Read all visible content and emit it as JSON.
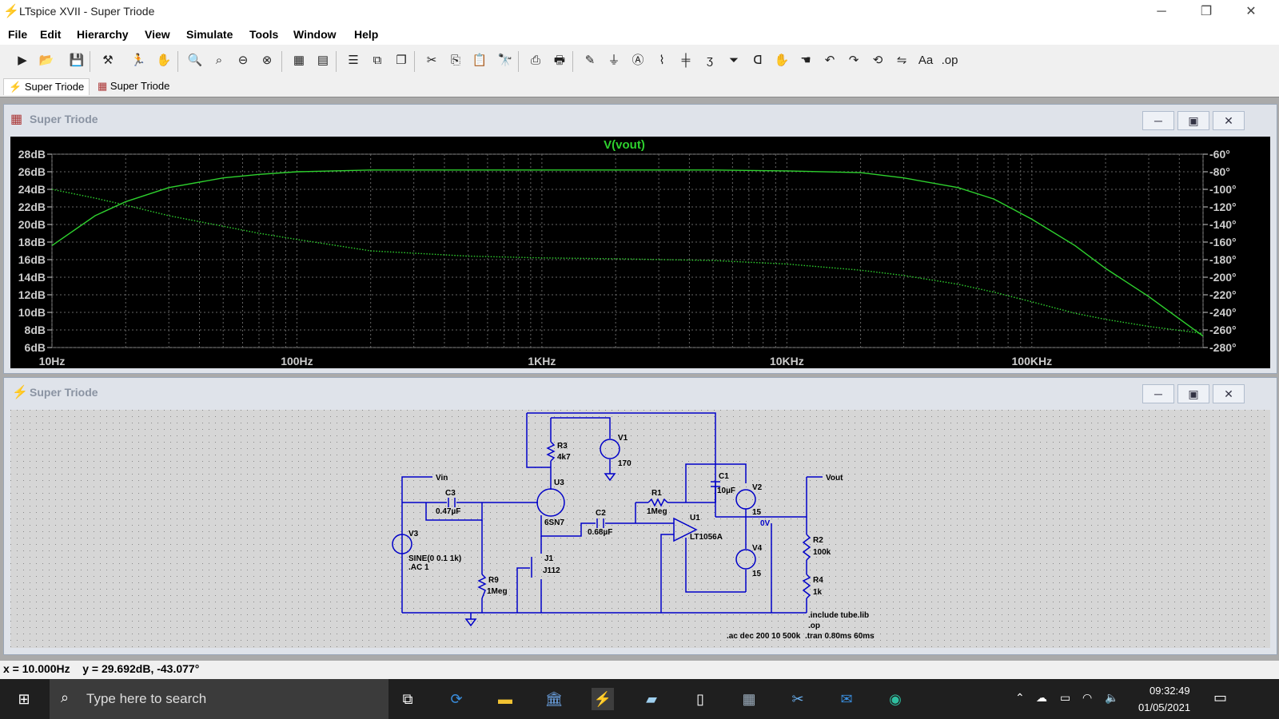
{
  "window": {
    "title": "LTspice XVII - Super Triode",
    "controls": [
      "─",
      "❐",
      "✕"
    ]
  },
  "menu": [
    "File",
    "Edit",
    "Hierarchy",
    "View",
    "Simulate",
    "Tools",
    "Window",
    "Help"
  ],
  "toolbar_icons": [
    "new-schematic-icon",
    "open-icon",
    "save-icon",
    "control-panel-icon",
    "run-icon",
    "halt-icon",
    "zoom-in-icon",
    "zoom-pan-icon",
    "zoom-out-icon",
    "zoom-fit-icon",
    "autorange-icon",
    "grid-icon",
    "tile-horizontal-icon",
    "tile-vertical-icon",
    "cascade-icon",
    "cut-icon",
    "copy-icon",
    "paste-icon",
    "find-icon",
    "print-icon",
    "print-setup-icon",
    "draw-wire-icon",
    "ground-icon",
    "label-net-icon",
    "resistor-icon",
    "capacitor-icon",
    "inductor-icon",
    "diode-icon",
    "component-icon",
    "move-icon",
    "drag-icon",
    "undo-icon",
    "redo-icon",
    "rotate-icon",
    "mirror-icon",
    "text-icon",
    "spice-directive-icon"
  ],
  "tabs": [
    "Super Triode",
    "Super Triode"
  ],
  "plot_window": {
    "title": "Super Triode",
    "trace_name": "V(vout)",
    "trace_color": "#2ed12e"
  },
  "schematic_window": {
    "title": "Super Triode"
  },
  "chart_data": {
    "type": "line",
    "title": "V(vout)",
    "x_ticks": [
      "10Hz",
      "100Hz",
      "1KHz",
      "10KHz",
      "100KHz"
    ],
    "x_scale": "log",
    "xlim": [
      10,
      500000
    ],
    "y_left_ticks": [
      "28dB",
      "26dB",
      "24dB",
      "22dB",
      "20dB",
      "18dB",
      "16dB",
      "14dB",
      "12dB",
      "10dB",
      "8dB",
      "6dB"
    ],
    "y_left_lim": [
      6,
      28
    ],
    "y_right_ticks": [
      "-60°",
      "-80°",
      "-100°",
      "-120°",
      "-140°",
      "-160°",
      "-180°",
      "-200°",
      "-220°",
      "-240°",
      "-260°",
      "-280°"
    ],
    "y_right_lim": [
      -280,
      -60
    ],
    "grid": true,
    "series": [
      {
        "name": "magnitude",
        "style": "solid",
        "axis": "left",
        "x": [
          10,
          15,
          20,
          30,
          50,
          70,
          100,
          200,
          500,
          1000,
          2000,
          5000,
          10000,
          20000,
          30000,
          50000,
          70000,
          100000,
          150000,
          200000,
          300000,
          500000
        ],
        "y": [
          17.6,
          21.0,
          22.6,
          24.2,
          25.3,
          25.7,
          26.0,
          26.2,
          26.2,
          26.2,
          26.2,
          26.2,
          26.1,
          25.9,
          25.3,
          24.2,
          22.9,
          20.6,
          17.6,
          15.0,
          11.8,
          7.3
        ]
      },
      {
        "name": "phase",
        "style": "dotted",
        "axis": "right",
        "x": [
          10,
          15,
          20,
          30,
          50,
          70,
          100,
          200,
          500,
          1000,
          2000,
          5000,
          10000,
          20000,
          30000,
          50000,
          70000,
          100000,
          150000,
          200000,
          300000,
          500000
        ],
        "y": [
          -100,
          -110,
          -118,
          -130,
          -142,
          -150,
          -157,
          -170,
          -176,
          -178,
          -179,
          -181,
          -185,
          -192,
          -198,
          -208,
          -217,
          -228,
          -241,
          -248,
          -256,
          -264
        ]
      }
    ]
  },
  "schematic": {
    "labels": {
      "vin": "Vin",
      "vout": "Vout",
      "zero": "0V",
      "r3_name": "R3",
      "r3_val": "4k7",
      "v1_name": "V1",
      "v1_val": "170",
      "u3_name": "U3",
      "u3_val": "6SN7",
      "c3_name": "C3",
      "c3_val": "0.47µF",
      "c2_name": "C2",
      "c2_val": "0.68µF",
      "r1_name": "R1",
      "r1_val": "1Meg",
      "c1_name": "C1",
      "c1_val": "10µF",
      "v2_name": "V2",
      "v2_val": "15",
      "u1_name": "U1",
      "u1_val": "LT1056A",
      "v4_name": "V4",
      "v4_val": "15",
      "v3_name": "V3",
      "v3_val1": "SINE(0 0.1 1k)",
      "v3_val2": ".AC 1",
      "r9_name": "R9",
      "r9_val": "1Meg",
      "j1_name": "J1",
      "j1_val": "J112",
      "r2_name": "R2",
      "r2_val": "100k",
      "r4_name": "R4",
      "r4_val": "1k",
      "dir1": ".include tube.lib",
      "dir2": ".op",
      "dir3": ".ac dec 200 10 500k",
      "dir4": ".tran 0.80ms 60ms"
    }
  },
  "statusbar": {
    "text": "x = 10.000Hz    y = 29.692dB, -43.077°"
  },
  "taskbar": {
    "search_placeholder": "Type here to search",
    "apps": [
      "task-view-icon",
      "refresh-app-icon",
      "file-explorer-icon",
      "bank-app-icon",
      "ltspice-icon",
      "notepad-icon",
      "document-icon",
      "calculator-icon",
      "snipping-tool-icon",
      "mail-icon",
      "edge-icon"
    ],
    "time": "09:32:49",
    "date": "01/05/2021"
  }
}
